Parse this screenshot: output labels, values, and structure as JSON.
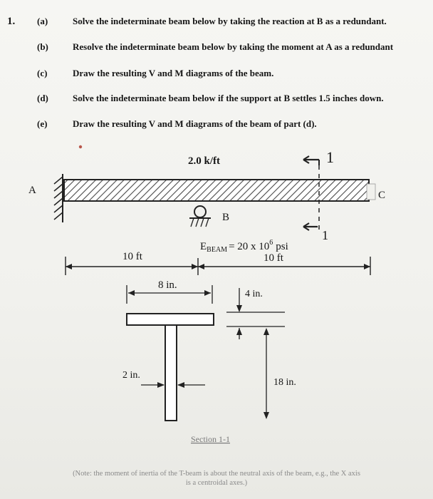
{
  "problem": {
    "number": "1.",
    "parts": [
      {
        "label": "(a)",
        "text": "Solve the indeterminate beam below by taking the reaction at B as a redundant."
      },
      {
        "label": "(b)",
        "text": "Resolve the indeterminate beam below by taking the moment at A as a redundant"
      },
      {
        "label": "(c)",
        "text": "Draw the resulting V and M diagrams of the beam."
      },
      {
        "label": "(d)",
        "text": "Solve the indeterminate beam below if the support at B settles 1.5 inches down."
      },
      {
        "label": "(e)",
        "text": "Draw the resulting V and M diagrams of the beam of part (d)."
      }
    ]
  },
  "beam": {
    "load": "2.0 k/ft",
    "point_a": "A",
    "point_b": "B",
    "point_c": "C",
    "section_mark_top": "1",
    "section_mark_bottom": "1",
    "ebeam_symbol": "E",
    "ebeam_subscript": "BEAM",
    "ebeam_value": "= 20 x 10",
    "ebeam_exponent": "6",
    "ebeam_unit": "psi",
    "span_ab": "10 ft",
    "span_bc": "10 ft"
  },
  "section": {
    "flange_width": "8 in.",
    "flange_thickness": "4 in.",
    "web_thickness": "2 in.",
    "depth": "18 in.",
    "caption": "Section 1-1"
  },
  "note": {
    "line1": "(Note: the moment of inertia of the T-beam is about the neutral axis of the beam, e.g., the X axis",
    "line2": "is a centroidal axes.)"
  }
}
